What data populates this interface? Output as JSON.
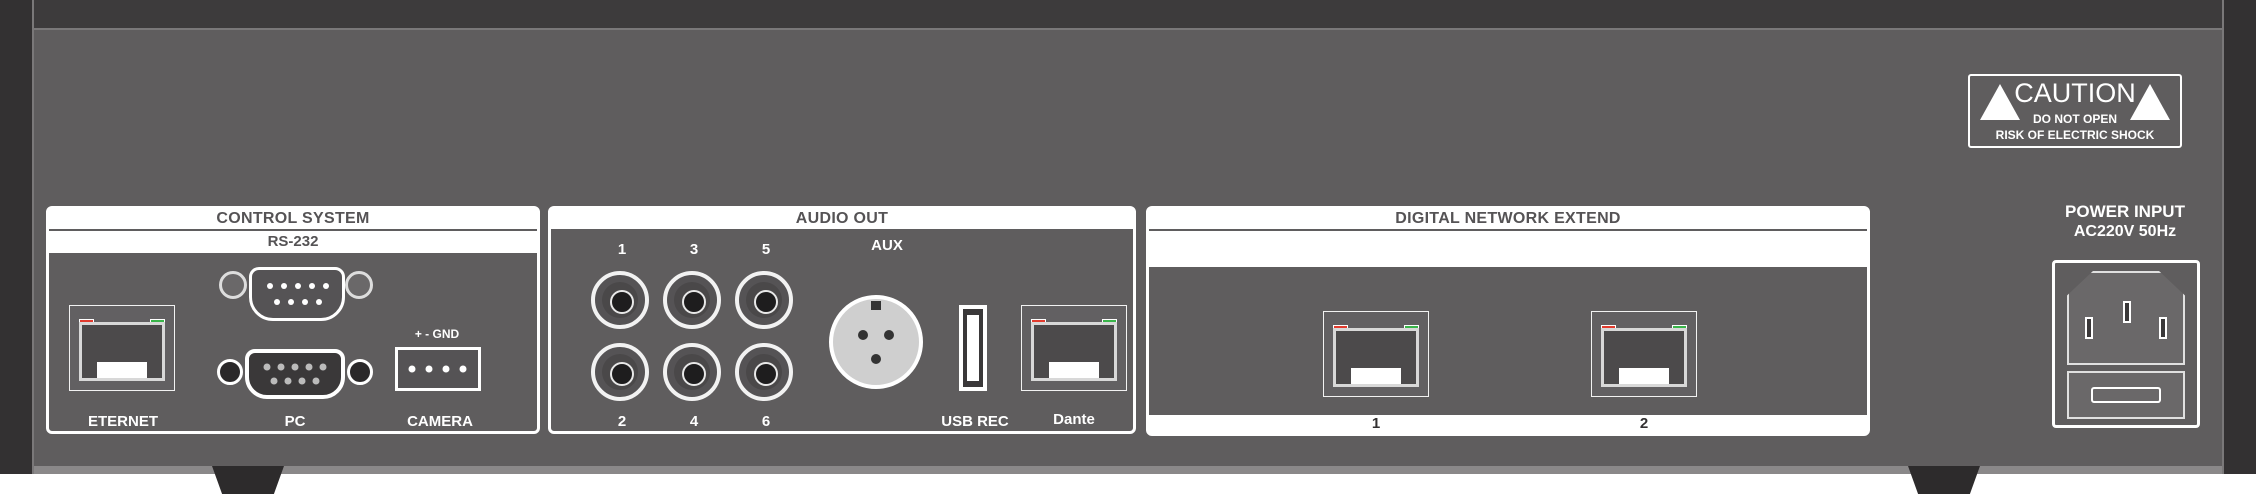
{
  "caution": {
    "title": "CAUTION",
    "line1": "DO NOT OPEN",
    "line2": "RISK OF ELECTRIC SHOCK"
  },
  "power": {
    "title": "POWER  INPUT",
    "spec": "AC220V 50Hz"
  },
  "control_system": {
    "title": "CONTROL SYSTEM",
    "subtitle": "RS-232",
    "camera_pins": "+  -  GND",
    "labels": {
      "ethernet": "ETERNET",
      "pc": "PC",
      "camera": "CAMERA"
    }
  },
  "audio_out": {
    "title": "AUDIO OUT",
    "top_numbers": [
      "1",
      "3",
      "5"
    ],
    "bottom_numbers": [
      "2",
      "4",
      "6"
    ],
    "aux": "AUX",
    "usb": "USB REC",
    "dante": "Dante"
  },
  "digital_network": {
    "title": "DIGITAL NETWORK EXTEND",
    "ports": [
      "1",
      "2"
    ]
  },
  "colors": {
    "chassis": "#5f5d5e",
    "panel_border": "#ffffff",
    "led_red": "#e23b2e",
    "led_green": "#39b54a"
  }
}
